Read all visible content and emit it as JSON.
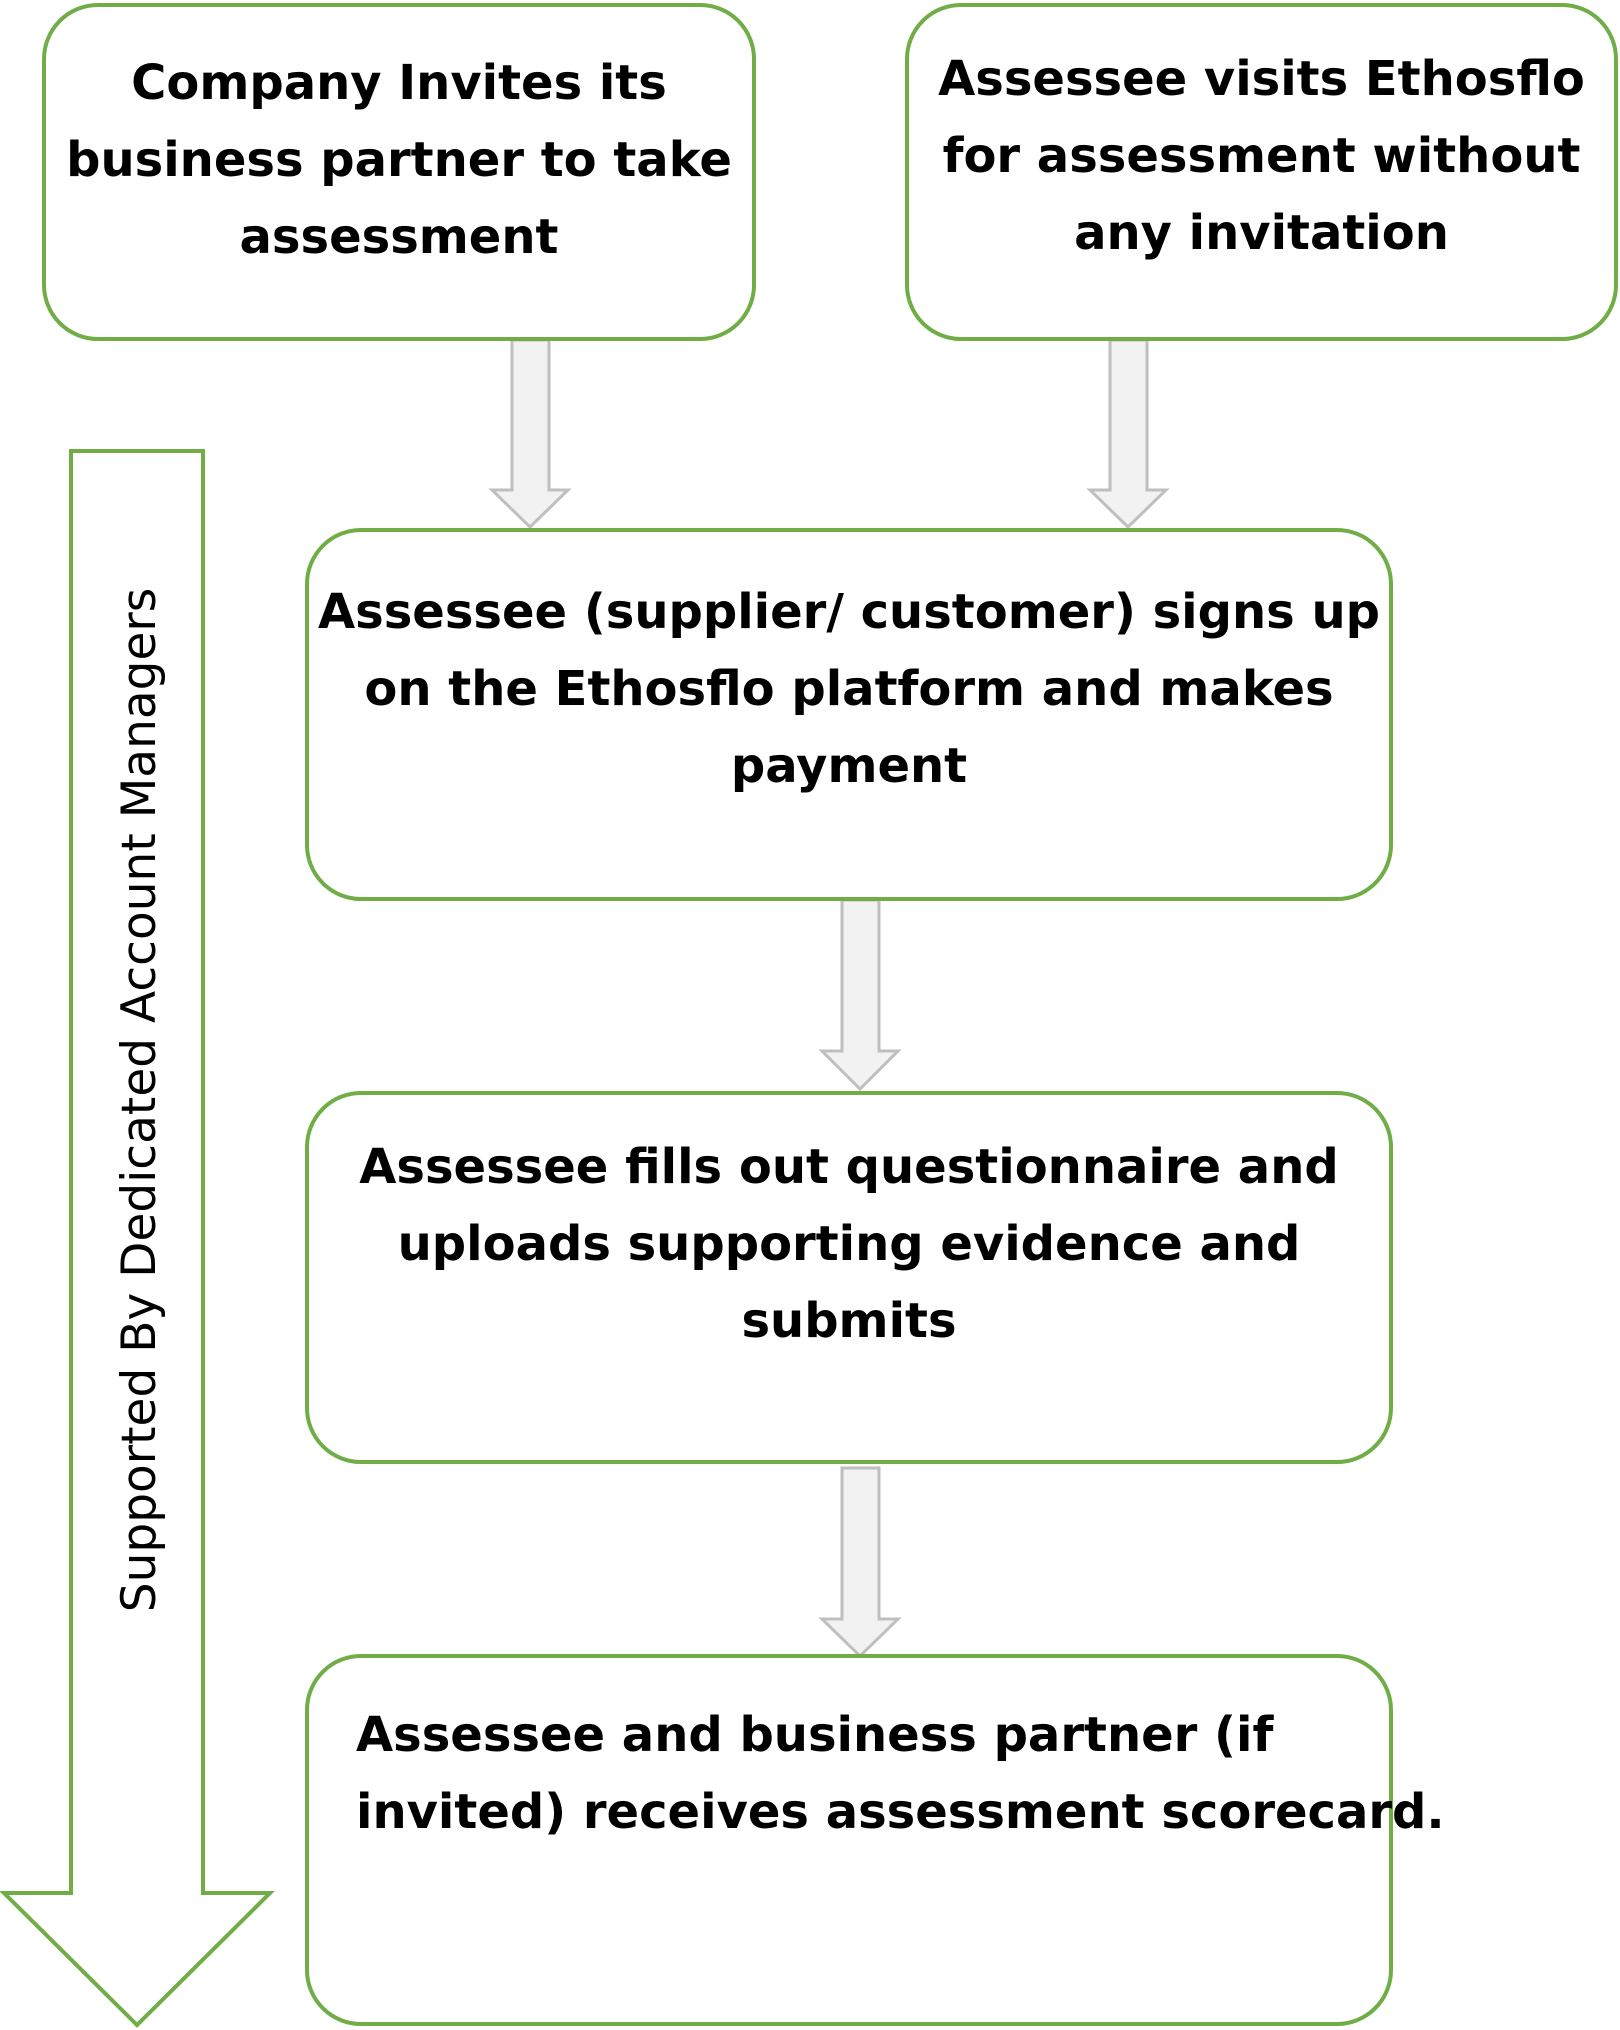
{
  "colors": {
    "box_border": "#70ad47",
    "side_arrow_border": "#70ad47",
    "connector_fill": "#f2f2f2",
    "connector_border": "#bfbfbf",
    "text": "#000000"
  },
  "boxes": {
    "invite": {
      "lines": [
        "Company Invites its",
        "business partner to take",
        "assessment"
      ]
    },
    "visit": {
      "lines": [
        "Assessee visits Ethosflo",
        "for assessment without",
        "any invitation"
      ]
    },
    "signup": {
      "lines": [
        "Assessee (supplier/ customer) signs up",
        "on the Ethosflo platform and makes",
        "payment"
      ]
    },
    "questionnaire": {
      "lines": [
        "Assessee fills out questionnaire and",
        "uploads supporting evidence and",
        "submits"
      ]
    },
    "scorecard": {
      "lines": [
        "Assessee and business partner (if",
        "invited) receives assessment scorecard."
      ]
    }
  },
  "side_arrow": {
    "label": "Supported By Dedicated Account Managers",
    "direction": "down"
  },
  "connectors": [
    {
      "from": "invite",
      "to": "signup"
    },
    {
      "from": "visit",
      "to": "signup"
    },
    {
      "from": "signup",
      "to": "questionnaire"
    },
    {
      "from": "questionnaire",
      "to": "scorecard"
    }
  ]
}
